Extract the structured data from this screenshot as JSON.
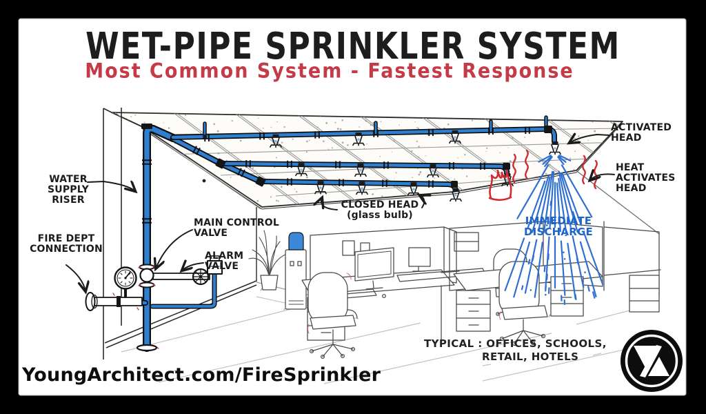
{
  "header": {
    "title": "WET-PIPE SPRINKLER SYSTEM",
    "subtitle": "Most Common System - Fastest Response"
  },
  "labels": {
    "water_supply_riser": "WATER\nSUPPLY\nRISER",
    "fire_dept_connection": "FIRE DEPT\nCONNECTION",
    "main_control_valve": "MAIN CONTROL\nVALVE",
    "alarm_valve": "ALARM\nVALVE",
    "closed_head": "CLOSED HEAD\n(glass bulb)",
    "activated_head": "ACTIVATED\nHEAD",
    "heat_activates_head": "HEAT\nACTIVATES\nHEAD",
    "immediate_discharge": "IMMEDIATE\nDISCHARGE"
  },
  "typical": {
    "line1": "TYPICAL : OFFICES, SCHOOLS,",
    "line2": "RETAIL, HOTELS"
  },
  "footer": {
    "url": "YoungArchitect.com/FireSprinkler"
  },
  "logo": {
    "icon": "young-architect-monogram"
  },
  "colors": {
    "pipe_blue": "#2e7fd0",
    "subtitle_red": "#c43a46",
    "flame_red": "#cf2b33",
    "discharge_blue": "#1f64c9",
    "ink": "#1c1c1c",
    "frame": "#000000",
    "canvas": "#ffffff"
  }
}
